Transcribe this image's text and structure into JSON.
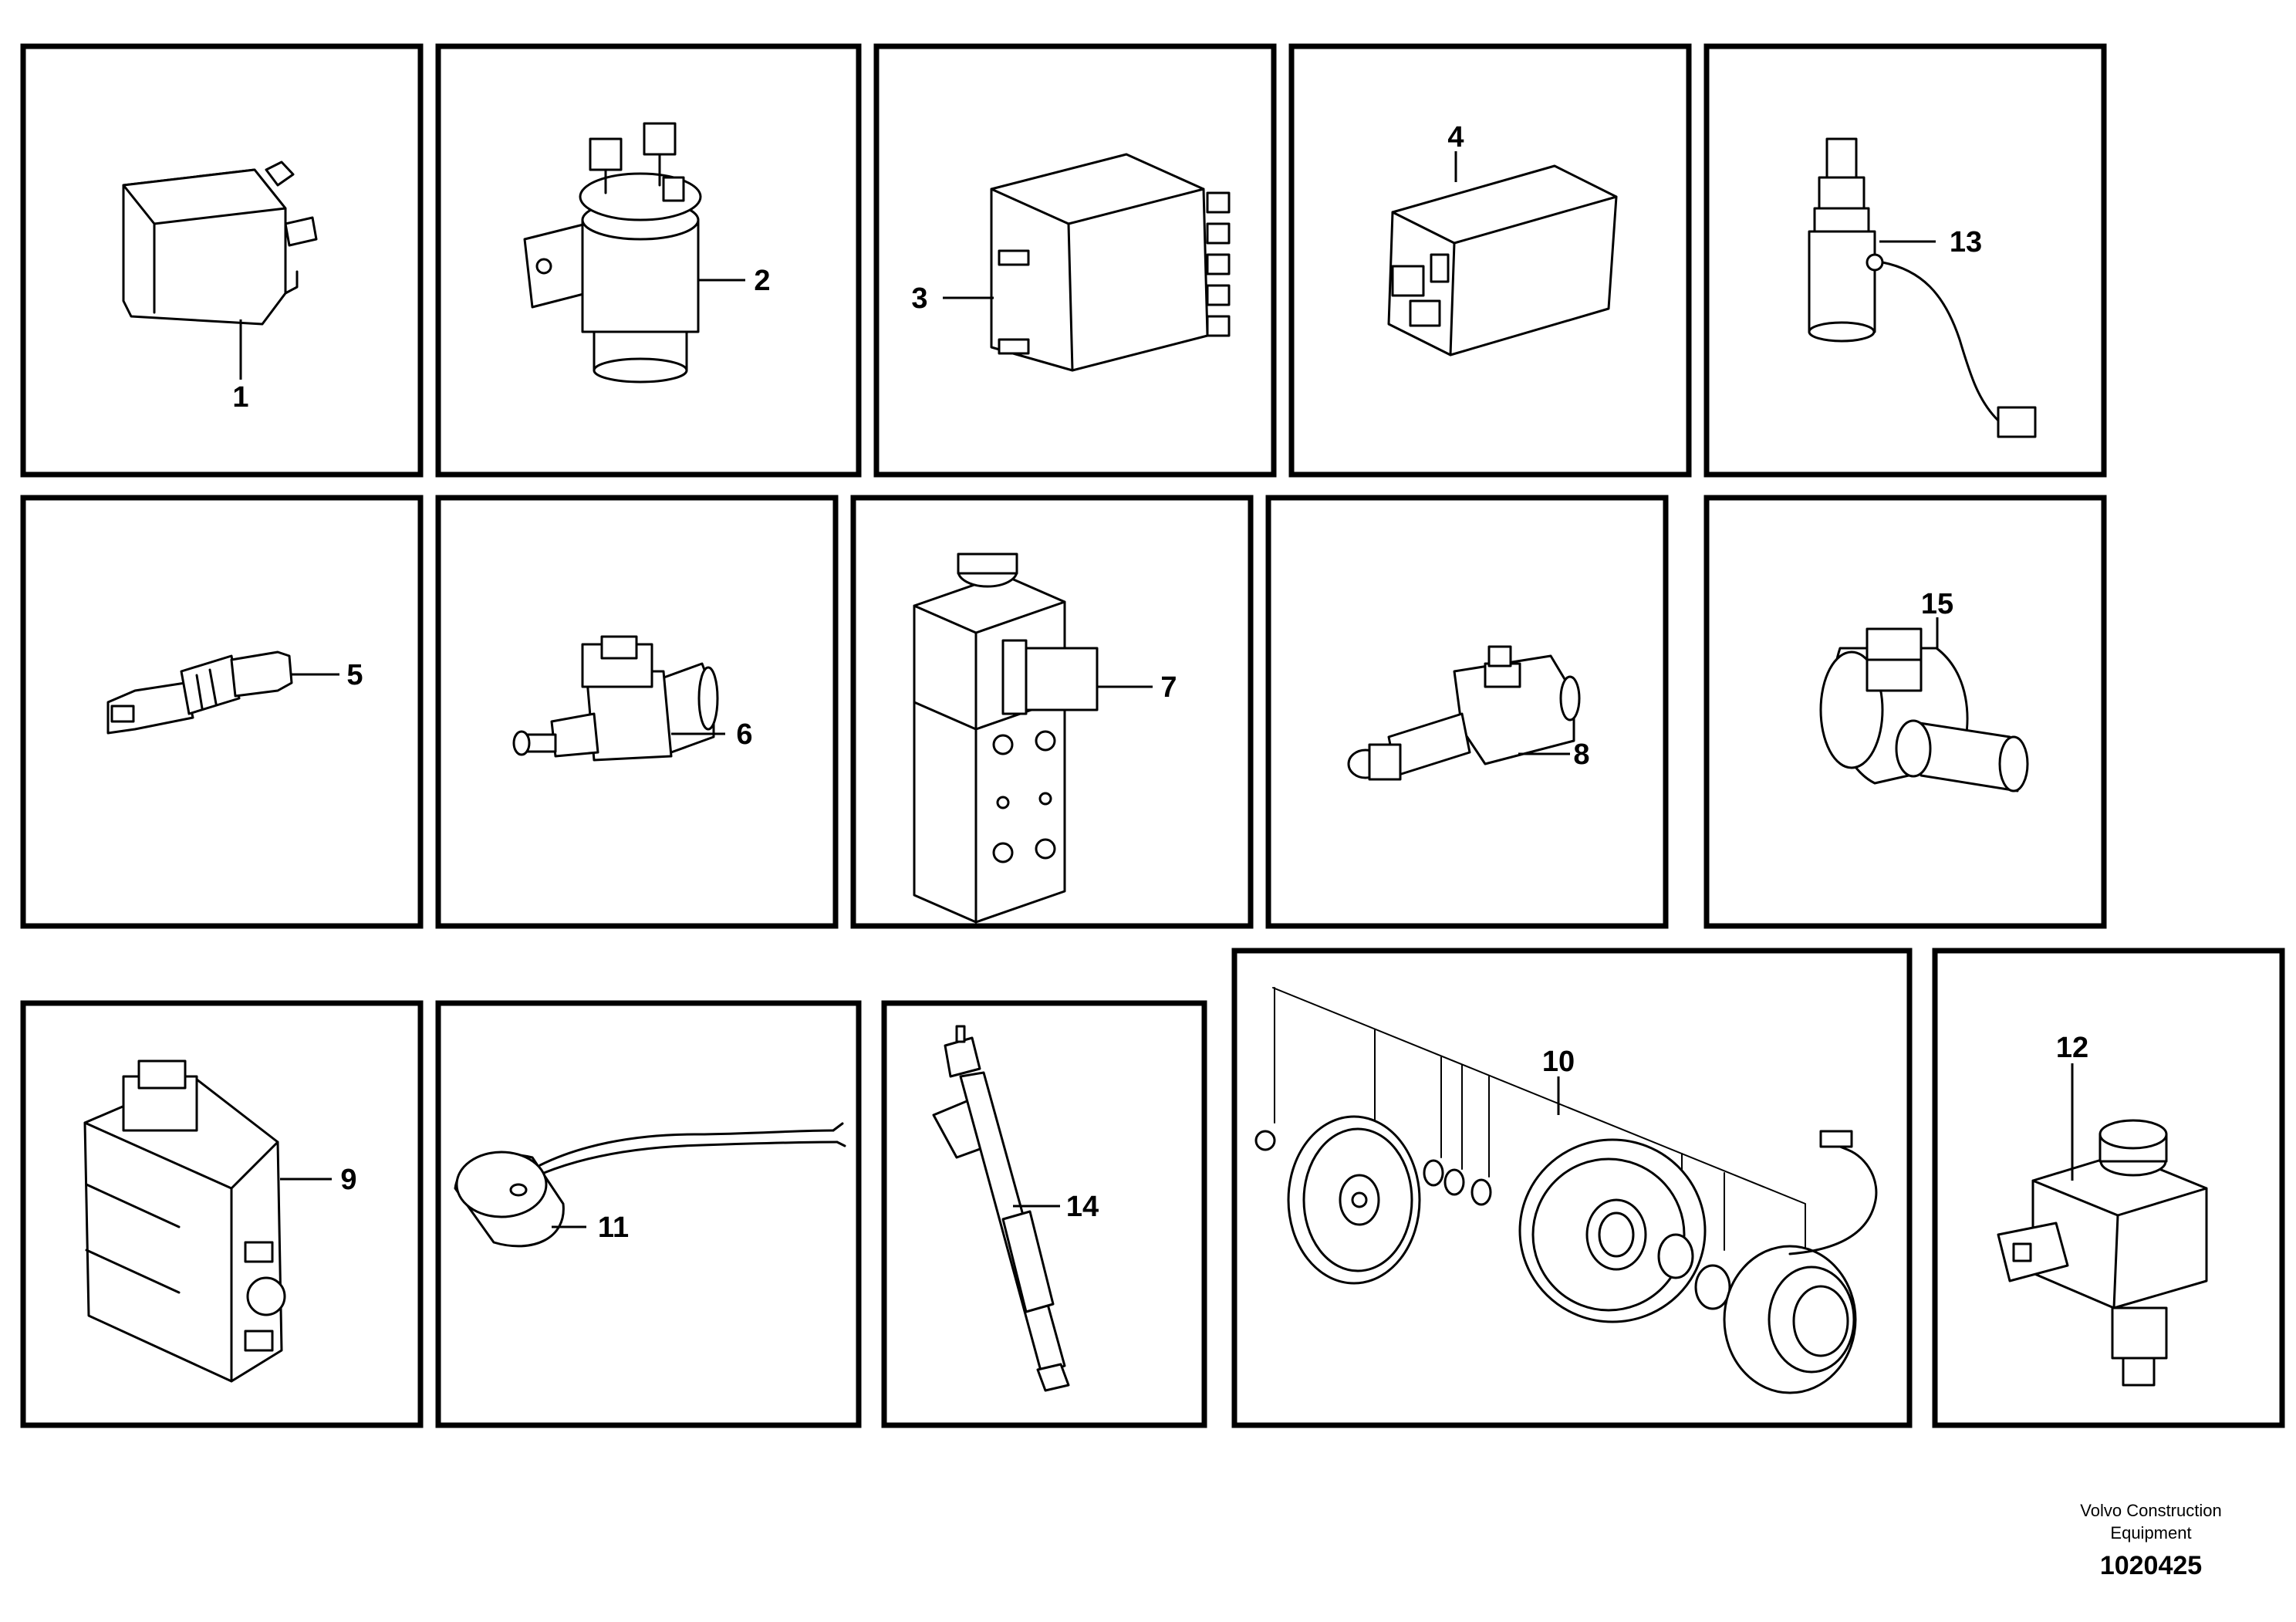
{
  "callouts": {
    "p1": "1",
    "p2": "2",
    "p3": "3",
    "p4": "4",
    "p5": "5",
    "p6": "6",
    "p7": "7",
    "p8": "8",
    "p9": "9",
    "p10": "10",
    "p11": "11",
    "p12": "12",
    "p13": "13",
    "p14": "14",
    "p15": "15"
  },
  "footer": {
    "company_line1": "Volvo Construction",
    "company_line2": "Equipment",
    "drawing_number": "1020425"
  }
}
